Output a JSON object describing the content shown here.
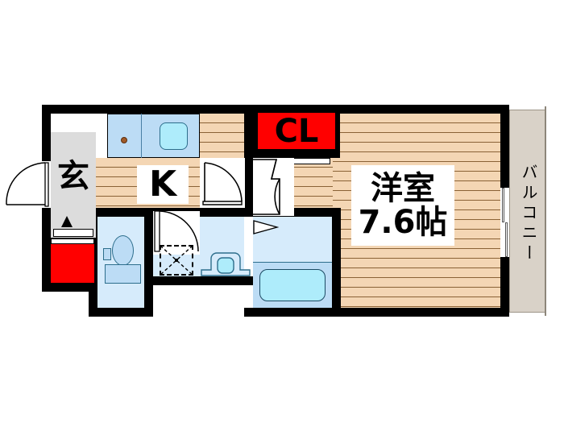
{
  "plan": {
    "type": "japanese-apartment-floorplan",
    "layout_name": "1K",
    "background_color": "#ffffff",
    "wall_color": "#000000",
    "floor_wood_color": "#f4d6b4",
    "water_color": "#d6ebfb",
    "accent_red": "#ff0000",
    "genkan_color": "#dcdcdc",
    "balcony_color": "#d9d2c8"
  },
  "rooms": {
    "main_room": {
      "label_line1": "洋室",
      "label_line2": "7.6帖",
      "name_en": "Western-style room",
      "size_jo": "7.6"
    },
    "kitchen": {
      "label": "K",
      "name_en": "Kitchen"
    },
    "entrance": {
      "label": "玄",
      "name_en": "Genkan / Entrance"
    },
    "closet": {
      "label": "CL",
      "name_en": "Closet"
    },
    "balcony": {
      "label": "バルコニー",
      "name_en": "Balcony"
    }
  },
  "fixtures": {
    "stove": "stove-burner",
    "sink": "kitchen-sink",
    "toilet": "toilet",
    "washer": "washing-machine-space",
    "washbasin": "washbasin",
    "bathtub": "bathtub",
    "shoe_closet": "shoe-closet",
    "entrance_door": "entrance-door",
    "balcony_door": "balcony-sliding-door"
  }
}
